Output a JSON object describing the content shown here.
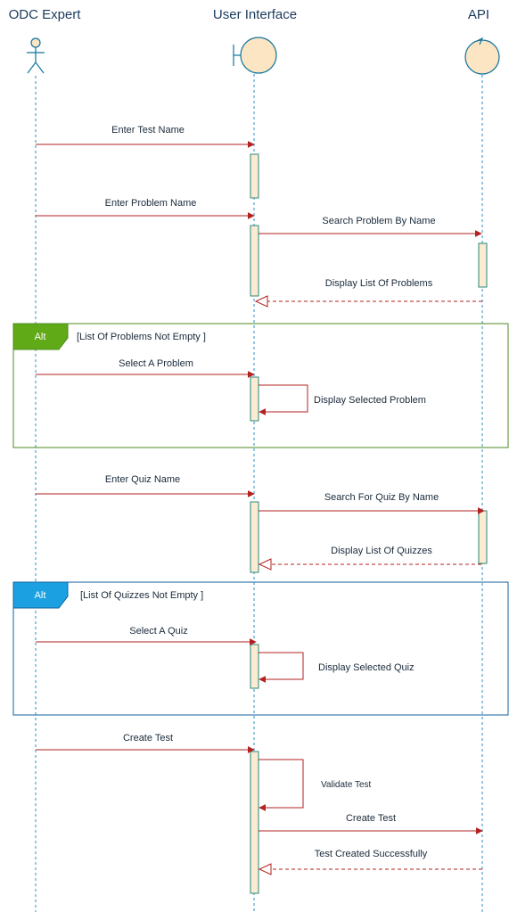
{
  "colors": {
    "lifeline": "#2b8fc7",
    "actor_stroke": "#10739e",
    "actor_fill": "#fce5c3",
    "activation_stroke": "#2b8a7a",
    "activation_fill": "#faebd2",
    "message": "#b22222",
    "alt1_border": "#4d8a1e",
    "alt1_tag": "#60a917",
    "alt2_border": "#10609e",
    "alt2_tag": "#1ba1e2",
    "text": "#1a2a3a"
  },
  "participants": [
    {
      "id": "expert",
      "label": "ODC Expert",
      "shape": "actor-icon"
    },
    {
      "id": "ui",
      "label": "User Interface",
      "shape": "boundary-icon"
    },
    {
      "id": "api",
      "label": "API",
      "shape": "control-icon"
    }
  ],
  "messages": [
    {
      "label": "Enter Test Name",
      "from": "expert",
      "to": "ui",
      "kind": "sync"
    },
    {
      "label": "Enter Problem Name",
      "from": "expert",
      "to": "ui",
      "kind": "sync"
    },
    {
      "label": "Search Problem By Name",
      "from": "ui",
      "to": "api",
      "kind": "sync"
    },
    {
      "label": "Display List Of Problems",
      "from": "api",
      "to": "ui",
      "kind": "return"
    },
    {
      "label": "Select A Problem",
      "from": "expert",
      "to": "ui",
      "kind": "sync"
    },
    {
      "label": "Display Selected Problem",
      "from": "ui",
      "to": "ui",
      "kind": "self"
    },
    {
      "label": "Enter Quiz Name",
      "from": "expert",
      "to": "ui",
      "kind": "sync"
    },
    {
      "label": "Search For Quiz By Name",
      "from": "ui",
      "to": "api",
      "kind": "sync"
    },
    {
      "label": "Display List Of Quizzes",
      "from": "api",
      "to": "ui",
      "kind": "return"
    },
    {
      "label": "Select A Quiz",
      "from": "expert",
      "to": "ui",
      "kind": "sync"
    },
    {
      "label": "Display Selected Quiz",
      "from": "ui",
      "to": "ui",
      "kind": "self"
    },
    {
      "label": "Create Test",
      "from": "expert",
      "to": "ui",
      "kind": "sync"
    },
    {
      "label": "Validate Test",
      "from": "ui",
      "to": "ui",
      "kind": "self"
    },
    {
      "label": "Create Test",
      "from": "ui",
      "to": "api",
      "kind": "sync"
    },
    {
      "label": "Test Created Successfully",
      "from": "api",
      "to": "ui",
      "kind": "return"
    }
  ],
  "fragments": [
    {
      "operator": "Alt",
      "guard": "[List Of Problems Not Empty ]"
    },
    {
      "operator": "Alt",
      "guard": "[List Of Quizzes Not Empty ]"
    }
  ]
}
